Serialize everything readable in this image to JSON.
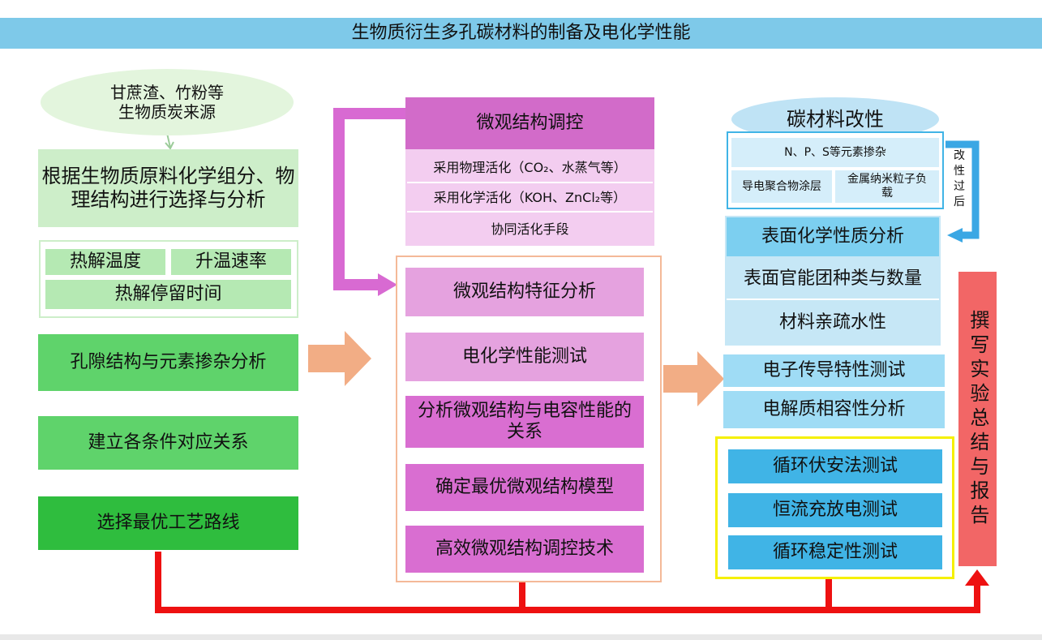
{
  "title": "生物质衍生多孔碳材料的制备及电化学性能",
  "left": {
    "source": "甘蔗渣、竹粉等\n生物质炭来源",
    "select": "根据生物质原料化学组分、物理结构进行选择与分析",
    "params": [
      "热解温度",
      "升温速率",
      "热解停留时间"
    ],
    "pore": "孔隙结构与元素掺杂分析",
    "relation": "建立各条件对应关系",
    "route": "选择最优工艺路线"
  },
  "middle": {
    "header": "微观结构调控",
    "methods": [
      "采用物理活化（CO₂、水蒸气等）",
      "采用化学活化（KOH、ZnCl₂等）",
      "协同活化手段"
    ],
    "steps": [
      "微观结构特征分析",
      "电化学性能测试",
      "分析微观结构与电容性能的关系",
      "确定最优微观结构模型",
      "高效微观结构调控技术"
    ]
  },
  "right": {
    "modify_title": "碳材料改性",
    "modify_items": [
      "N、P、S等元素掺杂",
      "导电聚合物涂层",
      "金属纳米粒子负载"
    ],
    "after_label": "改性过后",
    "surface_title": "表面化学性质分析",
    "surface_items": [
      "表面官能团种类与数量",
      "材料亲疏水性"
    ],
    "electron": "电子传导特性测试",
    "electrolyte": "电解质相容性分析",
    "tests": [
      "循环伏安法测试",
      "恒流充放电测试",
      "循环稳定性测试"
    ]
  },
  "report": "撰写实验总结与报告",
  "colors": {
    "title_bar": "#7ec9e9",
    "arrow_orange": "#f2ad85",
    "arrow_pink": "#d86ad2",
    "arrow_red": "#ee1111",
    "arrow_blue": "#3aa7e4",
    "frame_yellow": "#f5f000"
  }
}
